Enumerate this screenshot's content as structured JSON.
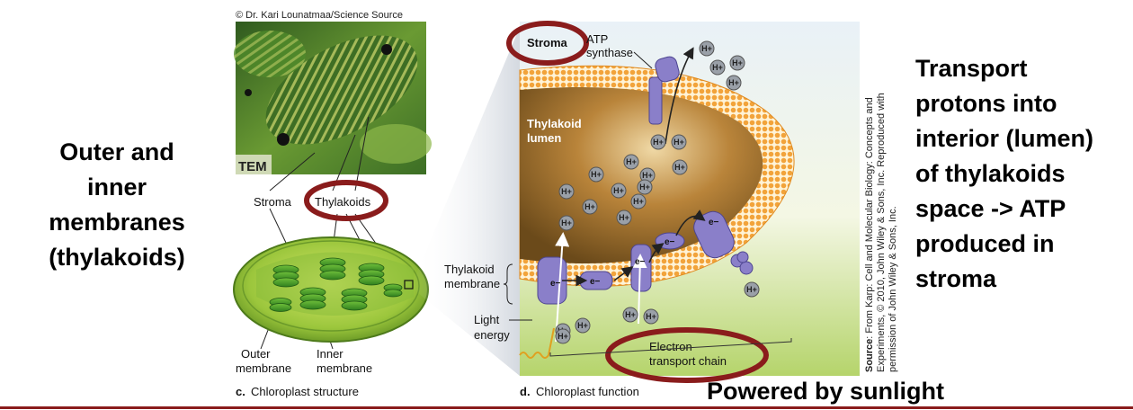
{
  "slide": {
    "left_note_lines": [
      "Outer and",
      "inner",
      "membranes",
      "(thylakoids)"
    ],
    "right_note_lines": [
      "Transport",
      "protons into",
      "interior (lumen)",
      "of thylakoids",
      "space -> ATP",
      "produced in",
      "stroma"
    ],
    "bottom_note": "Powered by sunlight"
  },
  "panel_c": {
    "credit": "© Dr. Kari Lounatmaa/Science Source",
    "micrograph_tag": "TEM",
    "label_stroma": "Stroma",
    "label_thylakoids": "Thylakoids",
    "label_outer_1": "Outer",
    "label_outer_2": "membrane",
    "label_inner_1": "Inner",
    "label_inner_2": "membrane",
    "caption_letter": "c.",
    "caption_text": "Chloroplast structure"
  },
  "panel_d": {
    "stroma": "Stroma",
    "atp_1": "ATP",
    "atp_2": "synthase",
    "lumen_1": "Thylakoid",
    "lumen_2": "lumen",
    "tm_1": "Thylakoid",
    "tm_2": "membrane",
    "light_1": "Light",
    "light_2": "energy",
    "etc_1": "Electron",
    "etc_2": "transport chain",
    "proton": "H+",
    "electron": "e−",
    "caption_letter": "d.",
    "caption_text": "Chloroplast function",
    "source_bold": "Source",
    "source_line1": ": From Karp: Cell and Molecular Biology: Concepts and",
    "source_line2": "Experiments, © 2010, John Wiley & Sons, Inc. Reproduced with",
    "source_line3": "permission of John Wiley & Sons, Inc."
  },
  "colors": {
    "highlight_ring": "#8a1c1c",
    "membrane": "#f2a33a",
    "protein": "#8a7fc9",
    "lumen": "#6b4a1a"
  }
}
